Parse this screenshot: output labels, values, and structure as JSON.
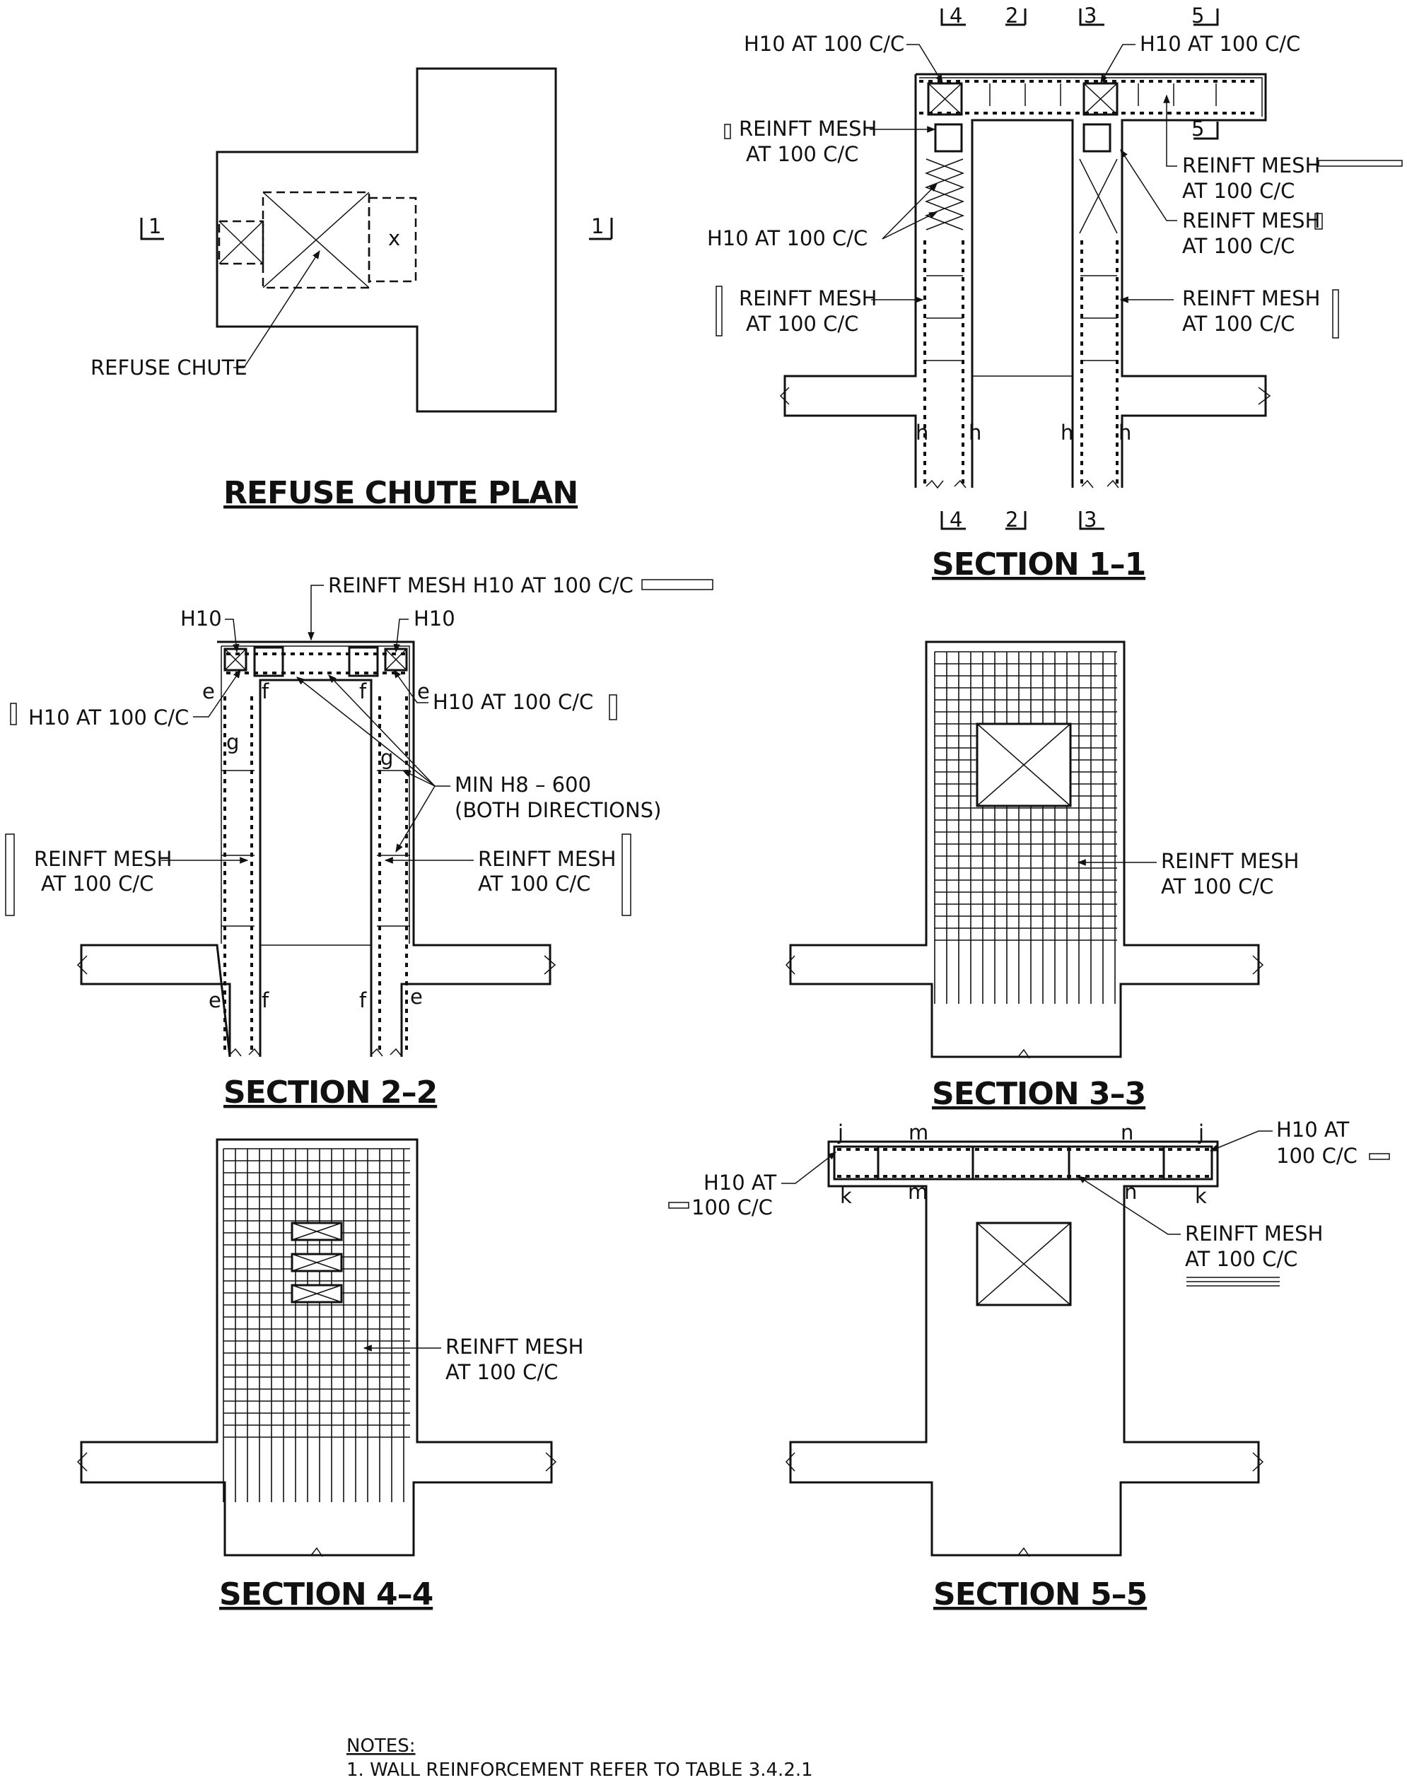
{
  "plan": {
    "title": "REFUSE CHUTE PLAN",
    "refuse_chute": "REFUSE CHUTE",
    "sec_mark_left": "1",
    "sec_mark_right": "1",
    "x_mark": "x"
  },
  "s11": {
    "title": "SECTION 1–1",
    "h10_left": "H10 AT 100 C/C",
    "h10_right": "H10 AT 100 C/C",
    "mesh_tl_1": "REINFT MESH",
    "mesh_tl_2": "AT 100 C/C",
    "h10_mid": "H10 AT 100 C/C",
    "mesh_ml_1": "REINFT MESH",
    "mesh_ml_2": "AT 100 C/C",
    "mesh_tr_1": "REINFT MESH",
    "mesh_tr_2": "AT 100 C/C",
    "mesh_r2_1": "REINFT MESH",
    "mesh_r2_2": "AT 100 C/C",
    "mesh_mr_1": "REINFT MESH",
    "mesh_mr_2": "AT 100 C/C",
    "cut_4": "4",
    "cut_2": "2",
    "cut_3": "3",
    "cut_5": "5",
    "h": "h"
  },
  "s22": {
    "title": "SECTION 2–2",
    "mesh_top": "REINFT MESH H10 AT 100 C/C",
    "h10_l": "H10",
    "h10_r": "H10",
    "h10_100_l": "H10 AT 100 C/C",
    "h10_100_r": "H10 AT 100 C/C",
    "min_1": "MIN H8 – 600",
    "min_2": "(BOTH DIRECTIONS)",
    "mesh_l_1": "REINFT MESH",
    "mesh_l_2": "AT 100 C/C",
    "mesh_r_1": "REINFT MESH",
    "mesh_r_2": "AT 100 C/C",
    "e": "e",
    "f": "f",
    "g": "g"
  },
  "s33": {
    "title": "SECTION 3–3",
    "mesh_1": "REINFT MESH",
    "mesh_2": "AT 100 C/C"
  },
  "s44": {
    "title": "SECTION 4–4",
    "mesh_1": "REINFT MESH",
    "mesh_2": "AT 100 C/C"
  },
  "s55": {
    "title": "SECTION 5–5",
    "h10_r_1": "H10 AT",
    "h10_r_2": "100 C/C",
    "h10_l_1": "H10 AT",
    "h10_l_2": "100 C/C",
    "mesh_1": "REINFT MESH",
    "mesh_2": "AT 100 C/C",
    "j": "j",
    "k": "k",
    "m": "m",
    "n": "n"
  },
  "notes": {
    "heading": "NOTES:",
    "line1": "1. WALL REINFORCEMENT REFER TO TABLE 3.4.2.1"
  }
}
